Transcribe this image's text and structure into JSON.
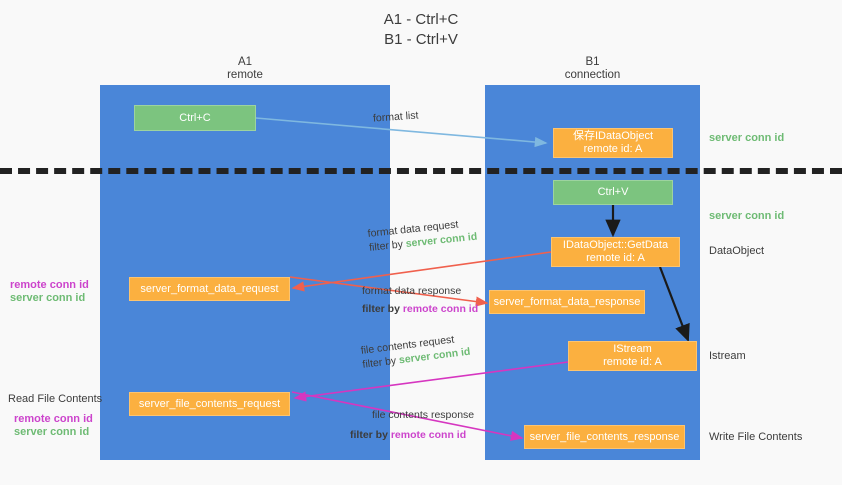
{
  "title": {
    "line1": "A1 - Ctrl+C",
    "line2": "B1 - Ctrl+V"
  },
  "lanes": [
    {
      "id": "A1",
      "name": "A1",
      "sub": "remote",
      "color": "#4a86d8"
    },
    {
      "id": "B1",
      "name": "B1",
      "sub": "connection",
      "color": "#4a86d8"
    }
  ],
  "boxes": {
    "ctrl_c": {
      "label": "Ctrl+C",
      "color": "#7cc47f"
    },
    "save_idataobject": {
      "line1": "保存IDataObject",
      "line2": "remote id: A",
      "color": "#fbb040"
    },
    "ctrl_v": {
      "label": "Ctrl+V",
      "color": "#7cc47f"
    },
    "getdata": {
      "line1": "IDataObject::GetData",
      "line2": "remote id: A",
      "color": "#fbb040"
    },
    "format_data_request": {
      "label": "server_format_data_request",
      "color": "#fbb040"
    },
    "format_data_response": {
      "label": "server_format_data_response",
      "color": "#fbb040"
    },
    "istream": {
      "line1": "IStream",
      "line2": "remote id: A",
      "color": "#fbb040"
    },
    "file_contents_request": {
      "label": "server_file_contents_request",
      "color": "#fbb040"
    },
    "file_contents_response": {
      "label": "server_file_contents_response",
      "color": "#fbb040"
    }
  },
  "edge_labels": {
    "format_list": "format list",
    "fdreq_top": "format data request",
    "fdreq_filter_prefix": "filter by ",
    "fdreq_filter_value": "server conn id",
    "fdres_top": "format data response",
    "fdres_filter_prefix": "filter by ",
    "fdres_filter_value": "remote conn id",
    "fcreq_top": "file contents request",
    "fcreq_filter_prefix": "filter by ",
    "fcreq_filter_value": "server conn id",
    "fcres_top": "file contents response",
    "fcres_filter_prefix": "filter by ",
    "fcres_filter_value": "remote conn id"
  },
  "right_labels": {
    "server_conn_id_1": "server conn id",
    "server_conn_id_2": "server conn id",
    "dataobject": "DataObject",
    "istream": "Istream",
    "write_file_contents": "Write File Contents"
  },
  "left_labels": {
    "remote_conn_id_1": "remote conn id",
    "server_conn_id_1": "server conn id",
    "read_file_contents": "Read File Contents",
    "remote_conn_id_2": "remote conn id",
    "server_conn_id_2": "server conn id"
  },
  "colors": {
    "lane": "#4a86d8",
    "green_box": "#7cc47f",
    "orange_box": "#fbb040",
    "green_text": "#6ebb74",
    "magenta_text": "#cc44cc",
    "light_blue_arrow": "#7fb8e0",
    "red_arrow": "#f0604d",
    "magenta_arrow": "#d636c0",
    "black_arrow": "#1a1a1a",
    "dashed_line": "#222222"
  }
}
